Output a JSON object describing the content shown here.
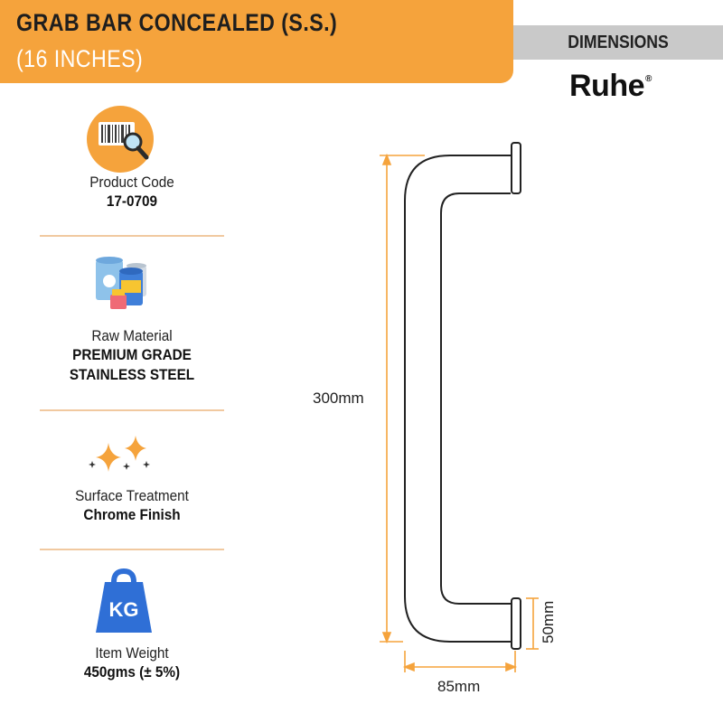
{
  "header": {
    "title": "GRAB BAR CONCEALED (S.S.)",
    "subtitle": "(16 INCHES)",
    "section_label": "DIMENSIONS",
    "brand": "Ruhe",
    "brand_mark": "®"
  },
  "specs": [
    {
      "icon": "barcode-magnifier-icon",
      "label": "Product Code",
      "value_lines": [
        "17-0709"
      ]
    },
    {
      "icon": "material-cans-icon",
      "label": "Raw Material",
      "value_lines": [
        "PREMIUM GRADE",
        "STAINLESS STEEL"
      ]
    },
    {
      "icon": "sparkles-icon",
      "label": "Surface Treatment",
      "value_lines": [
        "Chrome Finish"
      ]
    },
    {
      "icon": "kg-weight-icon",
      "label": "Item Weight",
      "value_lines": [
        "450gms (± 5%)"
      ]
    }
  ],
  "weight_icon_text": "KG",
  "dimensions": {
    "height": "300mm",
    "depth": "50mm",
    "width": "85mm"
  },
  "colors": {
    "accent_orange": "#f5a33c",
    "gray_band": "#c9c9c9",
    "divider": "#f1c9a0",
    "icon_blue": "#2f6fd6"
  }
}
